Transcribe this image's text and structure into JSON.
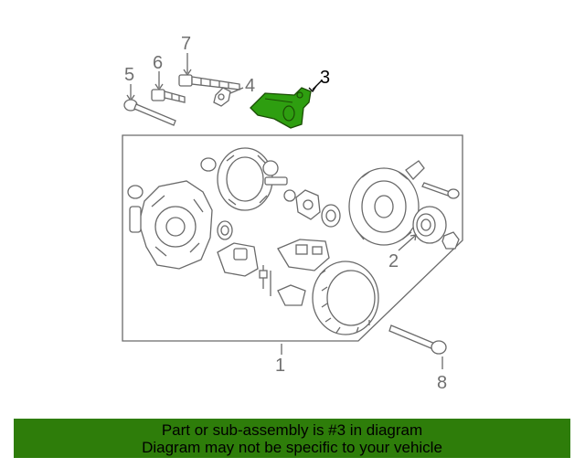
{
  "callouts": {
    "c1": "1",
    "c2": "2",
    "c3": "3",
    "c4": "4",
    "c5": "5",
    "c6": "6",
    "c7": "7",
    "c8": "8"
  },
  "highlight_color": "#2e9e10",
  "banner": {
    "line1": "Part or sub-assembly is #3 in diagram",
    "line2": "Diagram may not be specific to your vehicle",
    "color": "#2e7d0a"
  }
}
